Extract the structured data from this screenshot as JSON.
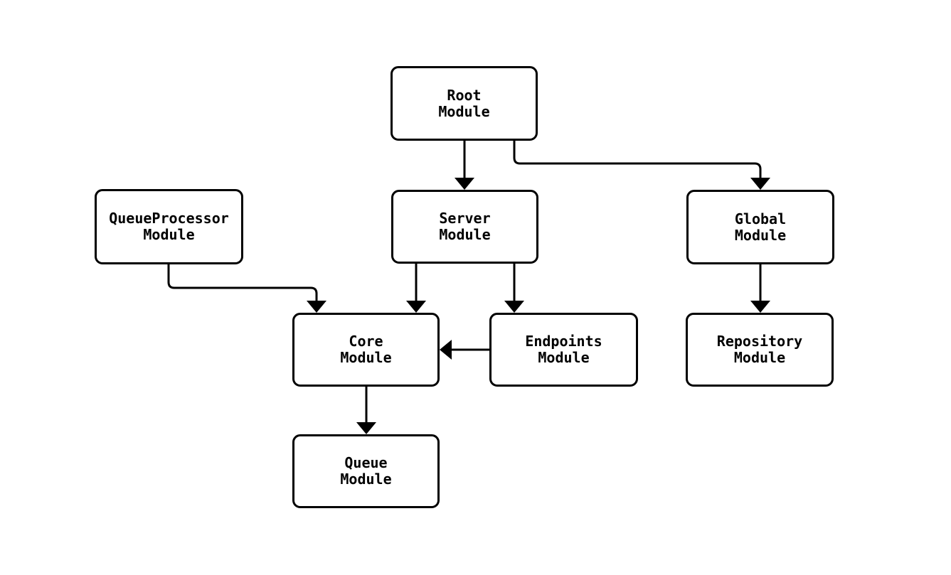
{
  "diagram": {
    "background_color": "#ffffff",
    "node_border_color": "#000000",
    "node_fill_color": "#ffffff",
    "edge_color": "#000000",
    "text_color": "#000000",
    "nodes": [
      {
        "id": "root",
        "label": "Root\nModule"
      },
      {
        "id": "queueprocessor",
        "label": "QueueProcessor\nModule"
      },
      {
        "id": "server",
        "label": "Server\nModule"
      },
      {
        "id": "global",
        "label": "Global\nModule"
      },
      {
        "id": "core",
        "label": "Core\nModule"
      },
      {
        "id": "endpoints",
        "label": "Endpoints\nModule"
      },
      {
        "id": "repository",
        "label": "Repository\nModule"
      },
      {
        "id": "queue",
        "label": "Queue\nModule"
      }
    ],
    "edges": [
      {
        "from": "root",
        "to": "server"
      },
      {
        "from": "root",
        "to": "global"
      },
      {
        "from": "queueprocessor",
        "to": "core"
      },
      {
        "from": "server",
        "to": "core"
      },
      {
        "from": "server",
        "to": "endpoints"
      },
      {
        "from": "endpoints",
        "to": "core"
      },
      {
        "from": "global",
        "to": "repository"
      },
      {
        "from": "core",
        "to": "queue"
      }
    ]
  }
}
